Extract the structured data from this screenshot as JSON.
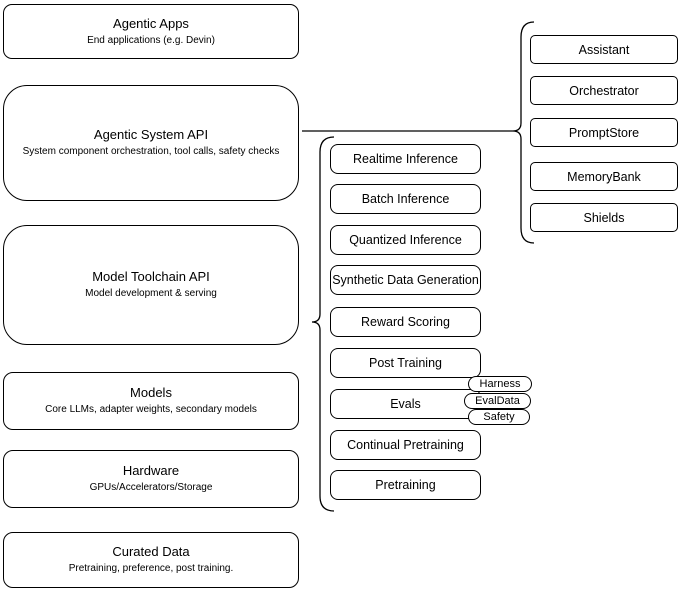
{
  "diagram": {
    "left_stack": {
      "items": [
        {
          "title": "Agentic Apps",
          "subtitle": "End applications (e.g. Devin)"
        },
        {
          "title": "Agentic System API",
          "subtitle": "System component orchestration, tool calls, safety checks"
        },
        {
          "title": "Model Toolchain API",
          "subtitle": "Model development & serving"
        },
        {
          "title": "Models",
          "subtitle": "Core LLMs, adapter weights, secondary models"
        },
        {
          "title": "Hardware",
          "subtitle": "GPUs/Accelerators/Storage"
        },
        {
          "title": "Curated Data",
          "subtitle": "Pretraining, preference, post training."
        }
      ]
    },
    "toolchain_group": {
      "items": [
        "Realtime Inference",
        "Batch Inference",
        "Quantized Inference",
        "Synthetic Data Generation",
        "Reward Scoring",
        "Post Training",
        "Evals",
        "Continual Pretraining",
        "Pretraining"
      ]
    },
    "evals_tags": [
      "Harness",
      "EvalData",
      "Safety"
    ],
    "system_group": {
      "items": [
        "Assistant",
        "Orchestrator",
        "PromptStore",
        "MemoryBank",
        "Shields"
      ]
    },
    "colors": {
      "stroke": "#000000",
      "fill": "#ffffff",
      "background": "#ffffff"
    }
  }
}
